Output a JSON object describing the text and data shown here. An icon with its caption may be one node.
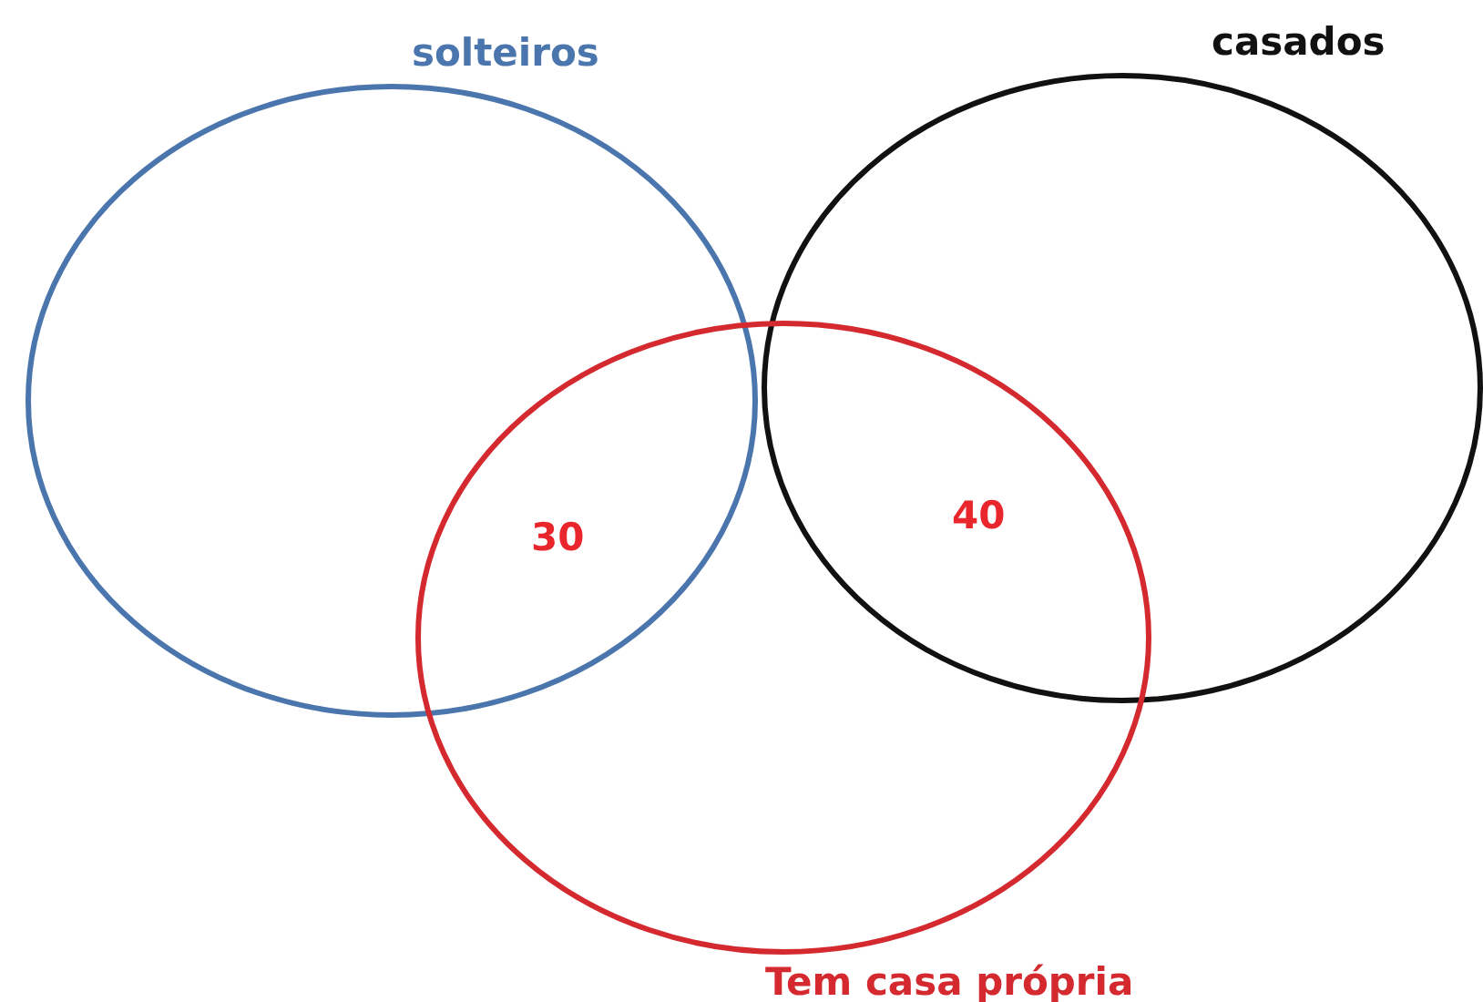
{
  "diagram": {
    "nodes": [
      {
        "text": [
          "solteiros"
        ]
      },
      {
        "text": [
          "casados"
        ]
      },
      {
        "text": [
          "Tem casa própria"
        ]
      }
    ],
    "edges": [],
    "labels": [
      "30",
      "40"
    ]
  }
}
